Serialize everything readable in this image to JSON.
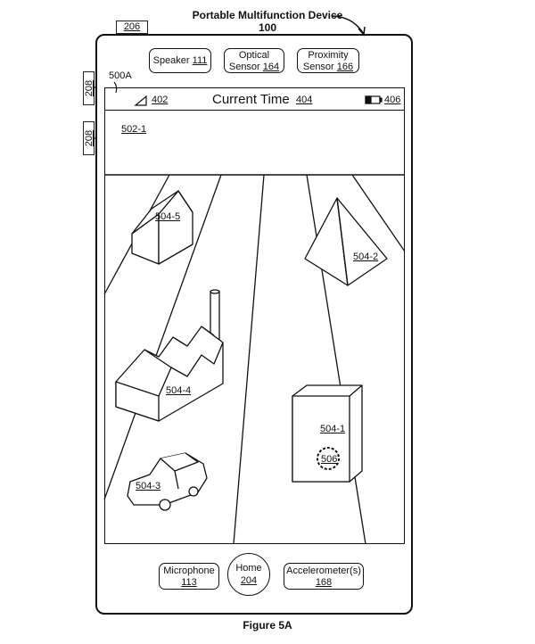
{
  "header": {
    "device_title": "Portable Multifunction Device",
    "device_number": "100"
  },
  "refs": {
    "r206": "206",
    "r208a": "208",
    "r208b": "208",
    "r500a": "500A"
  },
  "sensors": {
    "speaker": {
      "label": "Speaker",
      "num": "111"
    },
    "optical": {
      "label": "Optical",
      "label2": "Sensor",
      "num": "164"
    },
    "proximity": {
      "label": "Proximity",
      "label2": "Sensor",
      "num": "166"
    }
  },
  "status": {
    "signal_ref": "402",
    "time_label": "Current Time",
    "time_ref": "404",
    "battery_ref": "406"
  },
  "panel": {
    "ref": "502-1"
  },
  "scene": {
    "building_small": "504-5",
    "pyramid": "504-2",
    "factory": "504-4",
    "box": "504-1",
    "circle": "506",
    "car": "504-3"
  },
  "bottom": {
    "microphone": {
      "label": "Microphone",
      "num": "113"
    },
    "home": {
      "label": "Home",
      "num": "204"
    },
    "accelerometer": {
      "label": "Accelerometer(s)",
      "num": "168"
    }
  },
  "caption": "Figure 5A"
}
